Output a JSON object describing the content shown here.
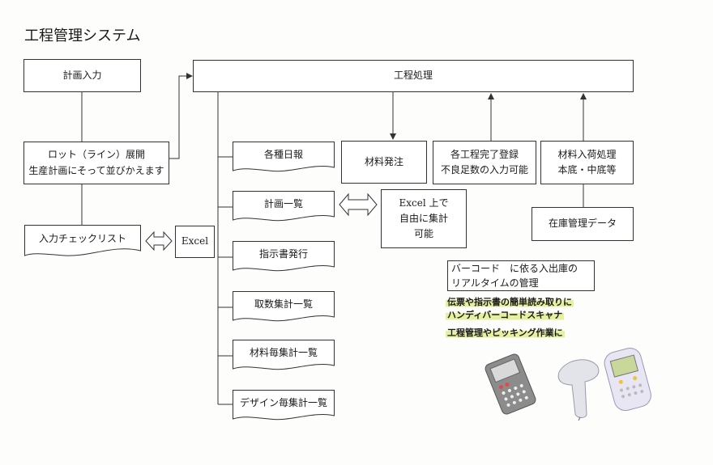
{
  "title": "工程管理システム",
  "nodes": {
    "plan_input": "計画入力",
    "process": "工程処理",
    "lot_expand_1": "ロット（ライン）展開",
    "lot_expand_2": "生産計画にそって並びかえます",
    "input_checklist": "入力チェックリスト",
    "excel_left": "Excel",
    "daily_report": "各種日報",
    "plan_list": "計画一覧",
    "instruction_issue": "指示書発行",
    "count_summary": "取数集計一覧",
    "material_summary": "材料毎集計一覧",
    "design_summary": "デザイン毎集計一覧",
    "material_order": "材料発注",
    "completion_1": "各工程完了登録",
    "completion_2": "不良足数の入力可能",
    "material_receive_1": "材料入荷処理",
    "material_receive_2": "本底・中底等",
    "excel_right_1": "Excel 上で",
    "excel_right_2": "自由に集計",
    "excel_right_3": "可能",
    "inventory": "在庫管理データ"
  },
  "barcode": {
    "note_1": "バーコード　に依る入出庫の",
    "note_2": "リアルタイムの管理",
    "hl_1": "伝票や指示書の簡単読み取りに",
    "hl_2": "ハンディバーコードスキャナ",
    "hl_3": "工程管理やピッキング作業に"
  }
}
